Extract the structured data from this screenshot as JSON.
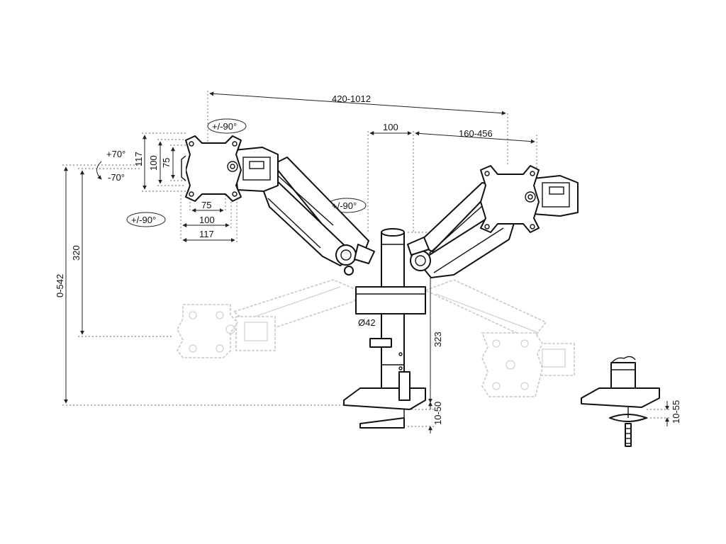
{
  "dimensions": {
    "overall_width": "420-1012",
    "pole_offset": "100",
    "arm_reach": "160-456",
    "plate_height_outer": "117",
    "plate_height_mid": "100",
    "plate_height_inner": "75",
    "plate_width_inner": "75",
    "plate_width_mid": "100",
    "plate_width_outer": "117",
    "height_adjust": "320",
    "vertical_range": "0-542",
    "pole_diameter": "Ø42",
    "pole_height": "323",
    "desk_thickness_clamp": "10-50",
    "desk_thickness_grommet": "10-55"
  },
  "angles": {
    "tilt_up": "+70°",
    "tilt_down": "-70°",
    "rotate_top": "+/-90°",
    "rotate_bottom": "+/-90°",
    "swivel_arm": "+/-90°"
  }
}
